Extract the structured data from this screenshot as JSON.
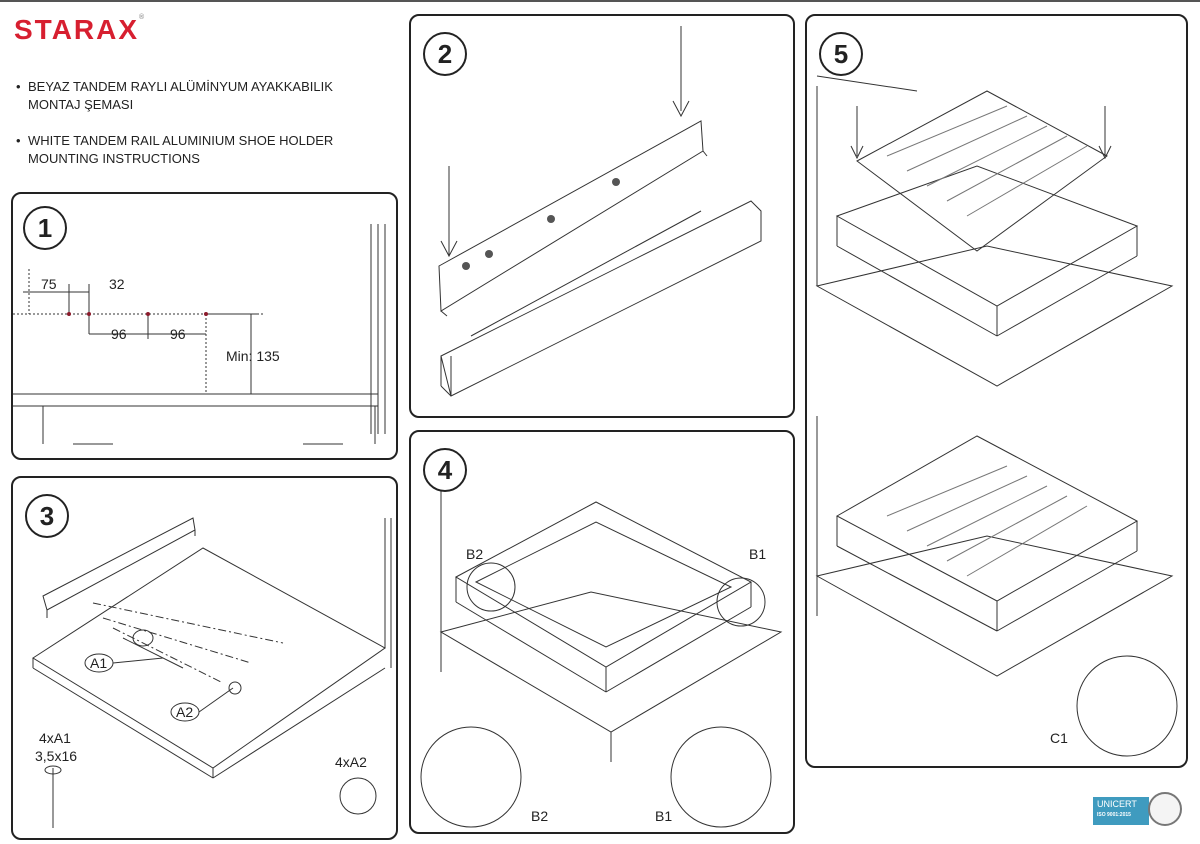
{
  "brand": {
    "logo": "STARAX",
    "registered": "®"
  },
  "intro": {
    "tr": "BEYAZ TANDEM RAYLI ALÜMİNYUM AYAKKABILIK MONTAJ ŞEMASI",
    "en": "WHITE TANDEM RAIL ALUMINIUM SHOE HOLDER MOUNTING INSTRUCTIONS"
  },
  "steps": {
    "s1": {
      "number": "1",
      "dims": {
        "a": "75",
        "b": "32",
        "c": "96",
        "d": "96",
        "min": "Min: 135"
      }
    },
    "s2": {
      "number": "2"
    },
    "s3": {
      "number": "3",
      "a1": "A1",
      "a2": "A2",
      "screw_qty": "4xA1",
      "screw_size": "3,5x16",
      "cap_qty": "4xA2"
    },
    "s4": {
      "number": "4",
      "b2": "B2",
      "b1": "B1",
      "detail_b2": "B2",
      "detail_b1": "B1"
    },
    "s5": {
      "number": "5",
      "c1": "C1"
    }
  },
  "certification": {
    "name": "UNICERT",
    "standard": "ISO 9001:2015"
  }
}
